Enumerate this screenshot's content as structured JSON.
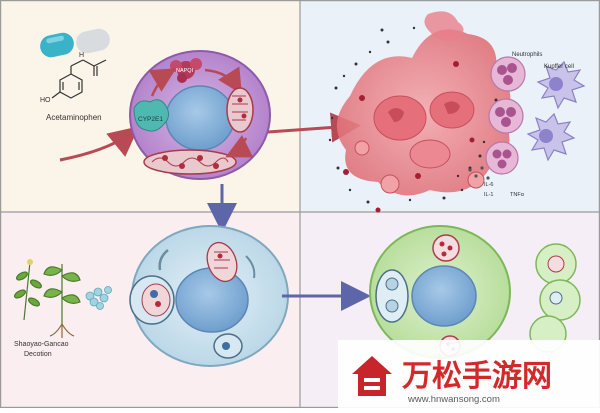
{
  "panels": {
    "top_left": {
      "drug_name": "Acetaminophen",
      "chem_label_ho": "HO",
      "chem_label_nh": "H",
      "enzyme_label": "CYP2E1",
      "metabolite_label": "NAPQI"
    },
    "top_right": {
      "neutrophils_label": "Neutrophils",
      "kupffer_label": "Kupffer cell",
      "cytokine_a_label": "IL-6",
      "cytokine_b_label": "IL-1",
      "tnf_label": "TNFα"
    },
    "bottom_left": {
      "herb_label_line1": "Shaoyao-Gancao",
      "herb_label_line2": "Decotion"
    }
  },
  "watermark": {
    "brand_text": "万松手游网",
    "url_text": "www.hnwansong.com"
  },
  "colors": {
    "top_left_bg": "#fbf5e9",
    "top_right_bg": "#eaf1f8",
    "bottom_left_bg": "#fbeef0",
    "bottom_right_bg": "#f6eef7",
    "hepatocyte_purple": "#c49ad6",
    "nucleus_blue": "#8ab7dd",
    "necrosis_red": "#e7878d",
    "arrow_purple": "#5d66a8",
    "arrow_red": "#b84a55",
    "cell_green": "#c9e8b5",
    "watermark_red": "#c8242b"
  }
}
